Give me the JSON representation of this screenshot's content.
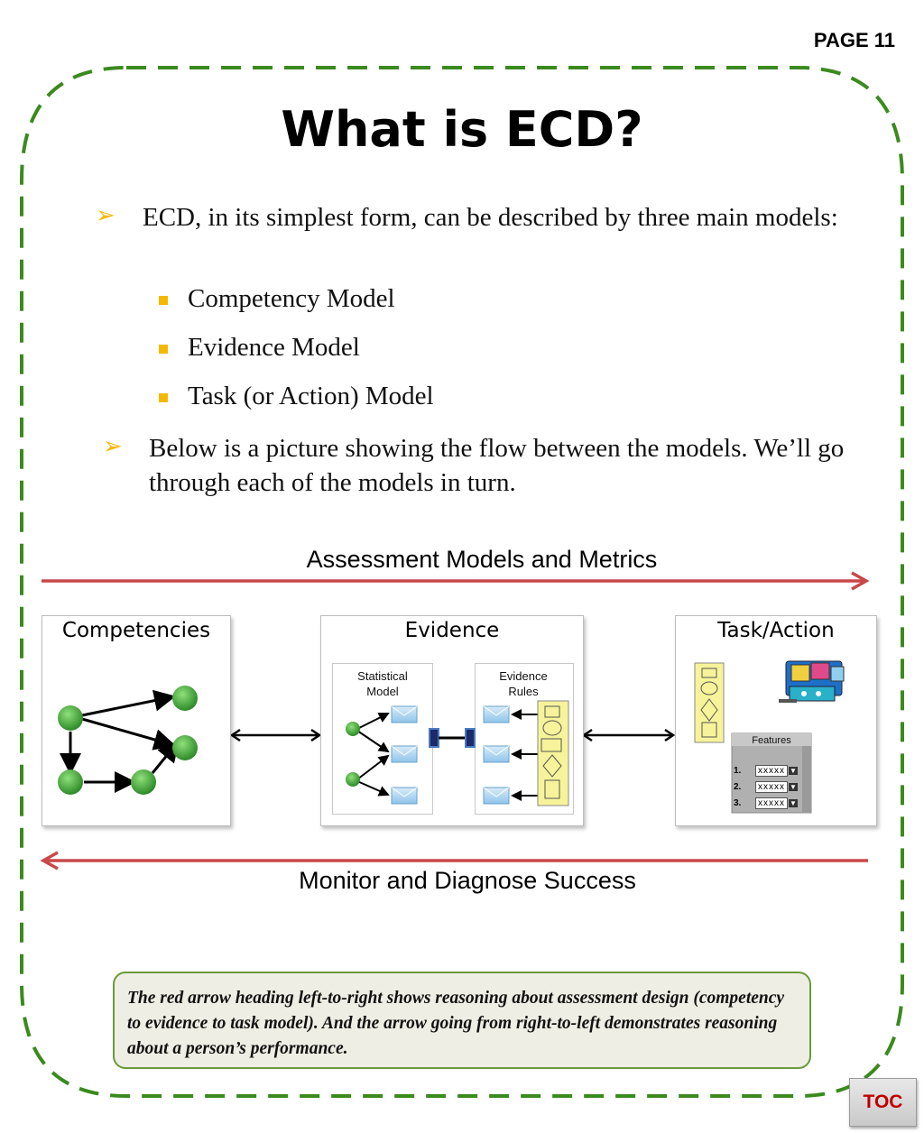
{
  "page_number": "PAGE 11",
  "title": "What is ECD?",
  "intro_bullet": "ECD, in its simplest form, can be described by three main models:",
  "models": [
    "Competency Model",
    "Evidence Model",
    "Task (or Action) Model"
  ],
  "second_bullet": "Below is a picture showing the flow between the models. We’ll go through each of the models in turn.",
  "diagram": {
    "top_arrow_label": "Assessment Models and Metrics",
    "bottom_arrow_label": "Monitor and Diagnose Success",
    "panels": {
      "competencies": "Competencies",
      "evidence": "Evidence",
      "task": "Task/Action"
    },
    "statistical_model": "Statistical Model",
    "evidence_rules": "Evidence Rules",
    "features_title": "Features",
    "features": [
      {
        "num": "1.",
        "value": "xxxxx"
      },
      {
        "num": "2.",
        "value": "xxxxx"
      },
      {
        "num": "3.",
        "value": "xxxxx"
      }
    ]
  },
  "note": "The red arrow heading left-to-right shows reasoning about assessment design (competency to evidence to task model). And the arrow going from right-to-left demonstrates reasoning about a person’s performance.",
  "toc_label": "TOC",
  "colors": {
    "frame_dash": "#3a8a1e",
    "bullet": "#f5b800",
    "red_arrow": "#c8484a",
    "node_green": "#3fa33a",
    "note_border": "#6a9a3a",
    "toc_text": "#c00000"
  }
}
